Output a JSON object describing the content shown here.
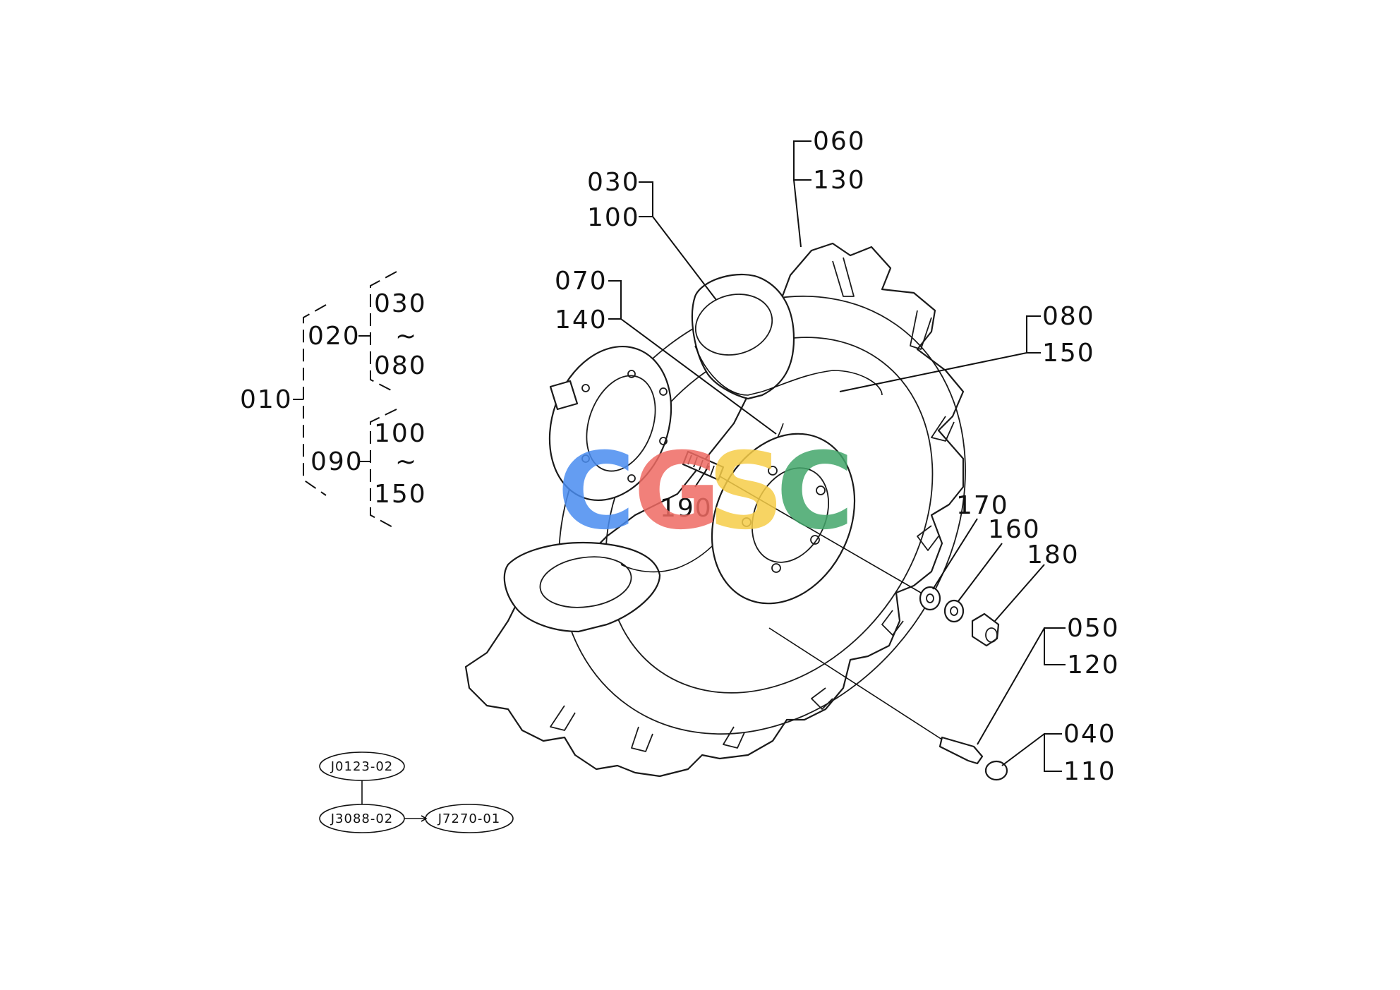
{
  "callouts": [
    {
      "id": "c060",
      "text": "060"
    },
    {
      "id": "c130",
      "text": "130"
    },
    {
      "id": "c030a",
      "text": "030"
    },
    {
      "id": "c100a",
      "text": "100"
    },
    {
      "id": "c070",
      "text": "070"
    },
    {
      "id": "c140",
      "text": "140"
    },
    {
      "id": "c080a",
      "text": "080"
    },
    {
      "id": "c150a",
      "text": "150"
    },
    {
      "id": "c190",
      "text": "190"
    },
    {
      "id": "c170",
      "text": "170"
    },
    {
      "id": "c160",
      "text": "160"
    },
    {
      "id": "c180",
      "text": "180"
    },
    {
      "id": "c050",
      "text": "050"
    },
    {
      "id": "c120",
      "text": "120"
    },
    {
      "id": "c040",
      "text": "040"
    },
    {
      "id": "c110",
      "text": "110"
    }
  ],
  "tree": {
    "root": "010",
    "groups": [
      {
        "code": "020",
        "range_start": "030",
        "range_sep": "~",
        "range_end": "080"
      },
      {
        "code": "090",
        "range_start": "100",
        "range_sep": "~",
        "range_end": "150"
      }
    ]
  },
  "references": {
    "top": "J0123-02",
    "bottom_left": "J3088-02",
    "bottom_right": "J7270-01"
  },
  "watermark": {
    "letters": [
      {
        "char": "C",
        "color": "#4a8df0"
      },
      {
        "char": "G",
        "color": "#ef6b63"
      },
      {
        "char": "S",
        "color": "#f6cd48"
      },
      {
        "char": "C",
        "color": "#43a66b"
      }
    ]
  }
}
